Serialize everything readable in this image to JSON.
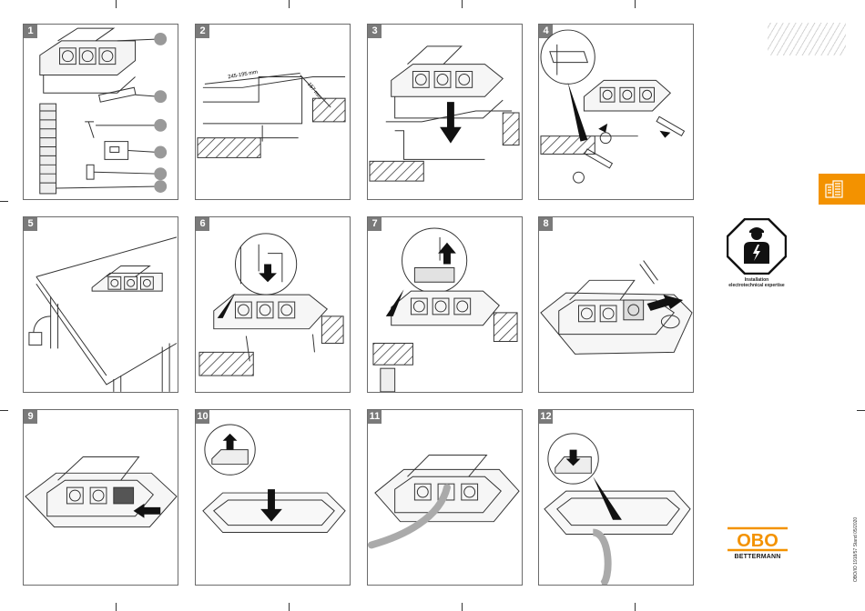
{
  "steps": [
    {
      "label": "1"
    },
    {
      "label": "2"
    },
    {
      "label": "3"
    },
    {
      "label": "4"
    },
    {
      "label": "5"
    },
    {
      "label": "6"
    },
    {
      "label": "7"
    },
    {
      "label": "8"
    },
    {
      "label": "9"
    },
    {
      "label": "10"
    },
    {
      "label": "11"
    },
    {
      "label": "12"
    }
  ],
  "dimensions": {
    "width_range": "245-195 mm",
    "depth": "157 mm"
  },
  "expertise": {
    "line1": "Installation",
    "line2": "electrotechnical expertise"
  },
  "brand": {
    "logo": "OBO",
    "name": "BETTERMANN"
  },
  "doc_id": "OBO/IO 1918/57 Stand 05/2020",
  "colors": {
    "accent": "#f39200",
    "step_badge": "#7a7a7a",
    "outline": "#6b6b6b"
  },
  "icons": [
    "building-icon",
    "electrician-warning-icon"
  ]
}
